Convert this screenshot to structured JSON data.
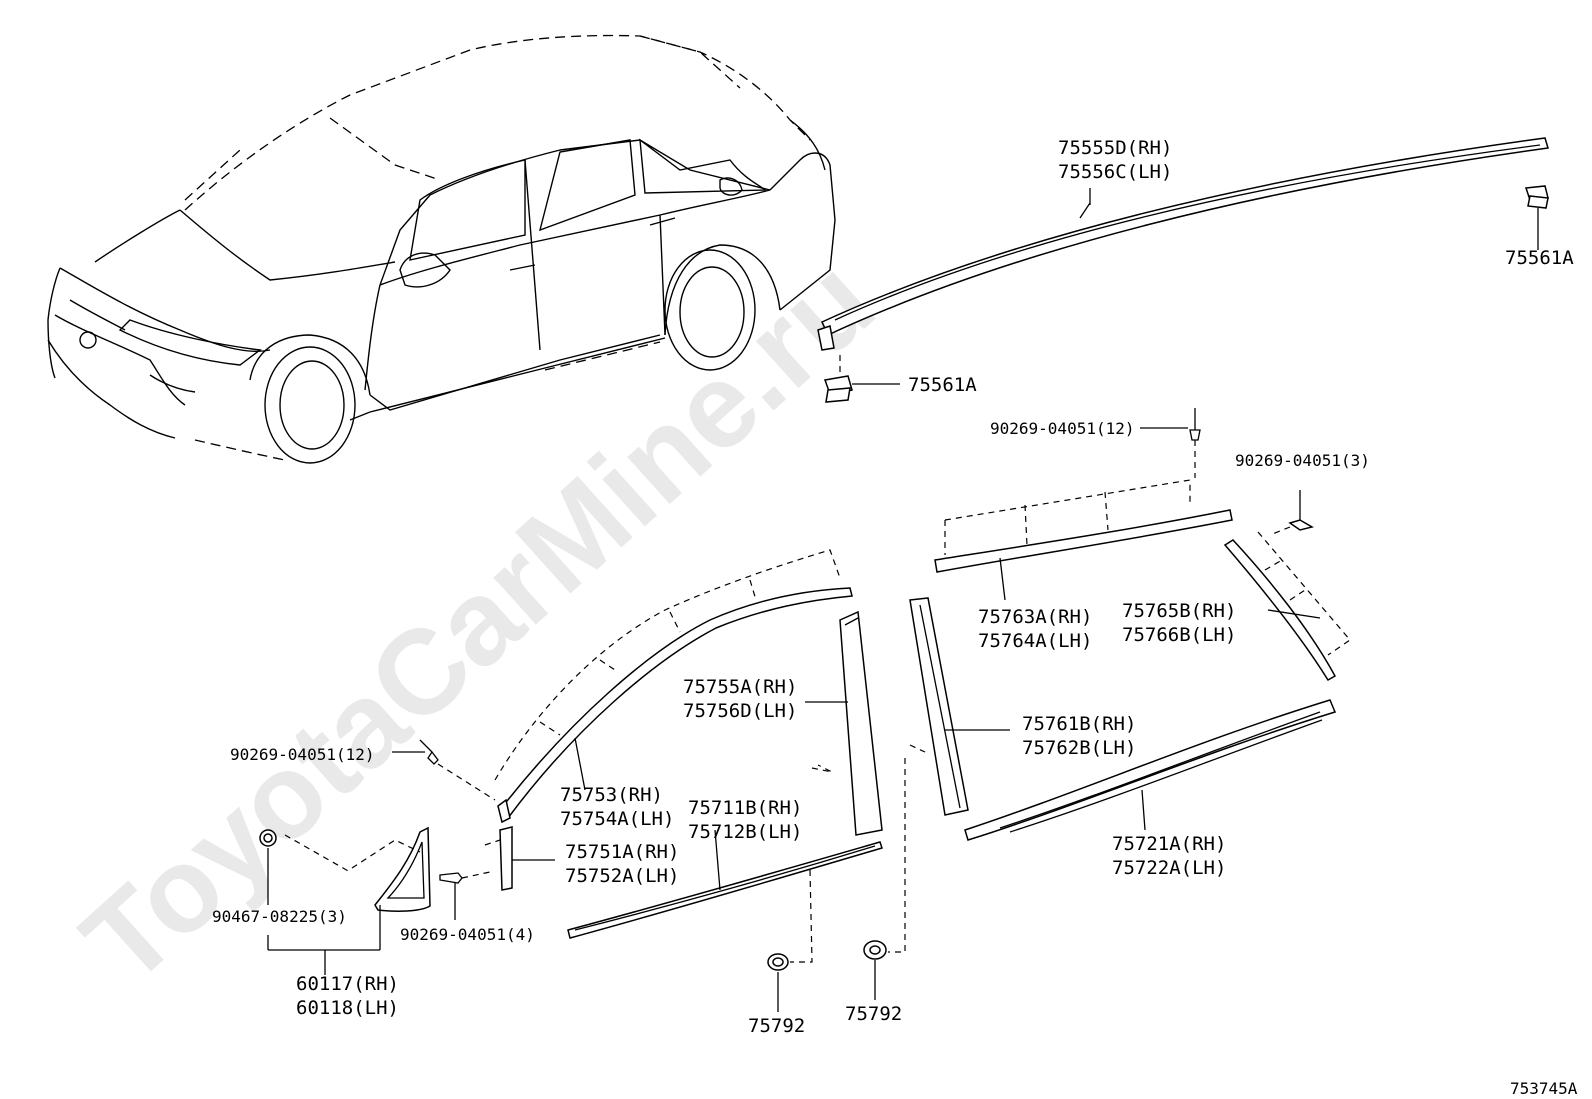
{
  "watermark": "ToyotaCarMine.ru",
  "labels": {
    "l75555": "75555D(RH)",
    "l75556": "75556C(LH)",
    "l75561a_top": "75561A",
    "l75561a_mid": "75561A",
    "l90269_12_top": "90269-04051(12)",
    "l90269_3": "90269-04051(3)",
    "l75763": "75763A(RH)",
    "l75764": "75764A(LH)",
    "l75765": "75765B(RH)",
    "l75766": "75766B(LH)",
    "l75755": "75755A(RH)",
    "l75756": "75756D(LH)",
    "l75761": "75761B(RH)",
    "l75762": "75762B(LH)",
    "l90269_12_left": "90269-04051(12)",
    "l75753": "75753(RH)",
    "l75754": "75754A(LH)",
    "l75711": "75711B(RH)",
    "l75712": "75712B(LH)",
    "l75751": "75751A(RH)",
    "l75752": "75752A(LH)",
    "l75721": "75721A(RH)",
    "l75722": "75722A(LH)",
    "l90467": "90467-08225(3)",
    "l90269_4": "90269-04051(4)",
    "l60117": "60117(RH)",
    "l60118": "60118(LH)",
    "l75792_a": "75792",
    "l75792_b": "75792",
    "diagram_id": "753745A"
  }
}
